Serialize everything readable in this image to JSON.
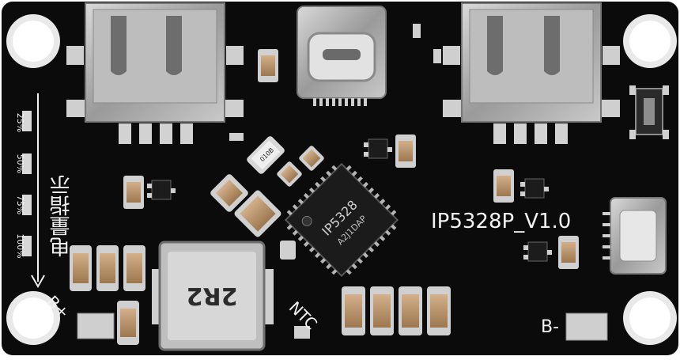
{
  "board": {
    "model_label": "IP5328P_V1.0",
    "chip_top": "IP5328",
    "chip_bottom": "A2J1DAP",
    "inductor_label": "2R2",
    "ntc_label": "NTC",
    "battery_pos_label": "B+",
    "battery_neg_label": "B-",
    "indicator_title": "电量指示",
    "indicator_marks": [
      "25%",
      "50%",
      "75%",
      "100%"
    ],
    "part_mark": "010B"
  },
  "colors": {
    "pcb": "#0b0b0b",
    "silkscreen": "#f2f2f2",
    "metal": "#b9b9b9",
    "pad": "#c8c8c8",
    "capacitor": "#b38f6a",
    "chip": "#1a1a1a"
  }
}
